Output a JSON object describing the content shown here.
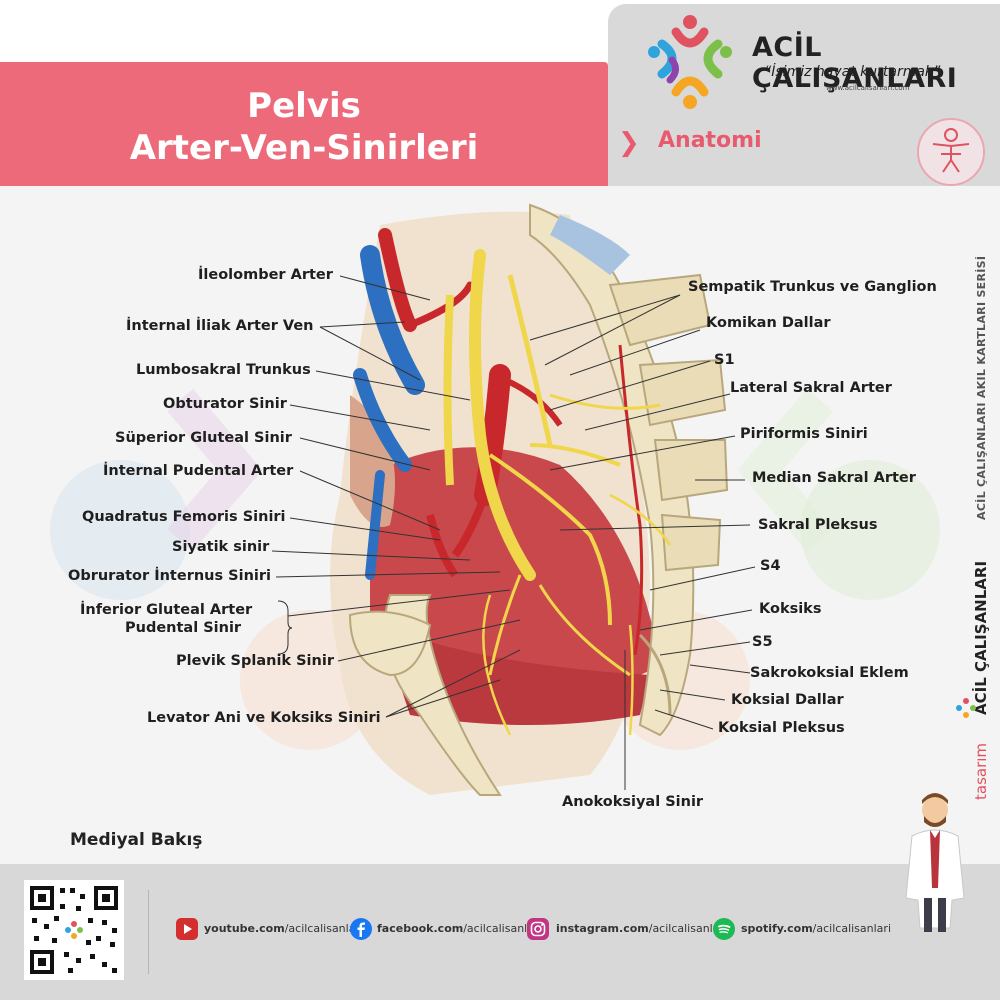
{
  "header": {
    "title_line1": "Pelvis",
    "title_line2": "Arter-Ven-Sinirleri",
    "category": "Anatomi"
  },
  "brand": {
    "name": "ACİL ÇALIŞANLARI",
    "slogan": "“İşimiz hayat kurtarmak”",
    "url": "www.acilcalisanlari.com"
  },
  "labels_left": [
    "İleolomber Arter",
    "İnternal İliak Arter Ven",
    "Lumbosakral Trunkus",
    "Obturator Sinir",
    "Süperior Gluteal Sinir",
    "İnternal Pudental Arter",
    "Quadratus Femoris Siniri",
    "Siyatik sinir",
    "Obrurator İnternus Siniri",
    "İnferior Gluteal Arter",
    "Pudental Sinir",
    "Plevik Splanik Sinir",
    "Levator Ani ve Koksiks Siniri"
  ],
  "labels_right": [
    "Sempatik Trunkus ve Ganglion",
    "Komikan Dallar",
    "S1",
    "Lateral Sakral Arter",
    "Piriformis Siniri",
    "Median Sakral Arter",
    "Sakral Pleksus",
    "S4",
    "Koksiks",
    "S5",
    "Sakrokoksial Eklem",
    "Koksial Dallar",
    "Koksial Pleksus"
  ],
  "label_bottom": "Anokoksiyal Sinir",
  "view_label": "Mediyal Bakış",
  "side_series": "ACİL ÇALIŞANLARI AKIL KARTLARI SERİSİ",
  "design_credit": {
    "prefix": "tasarım",
    "name": "ACİL ÇALIŞANLARI"
  },
  "social": {
    "youtube": {
      "icon": "youtube-icon",
      "domain": "youtube.com",
      "handle": "/acilcalisanlari",
      "color": "#d32f2f"
    },
    "facebook": {
      "icon": "facebook-icon",
      "domain": "facebook.com",
      "handle": "/acilcalisanlari",
      "color": "#1877f2"
    },
    "instagram": {
      "icon": "instagram-icon",
      "domain": "instagram.com",
      "handle": "/acilcalisanlari",
      "color": "#c13584"
    },
    "spotify": {
      "icon": "spotify-icon",
      "domain": "spotify.com",
      "handle": "/acilcalisanlari",
      "color": "#1db954"
    }
  },
  "colors": {
    "accent_red": "#ec6a79",
    "artery": "#c8282c",
    "vein": "#2d6fc0",
    "nerve": "#f0d64a",
    "bone": "#efe4c4"
  }
}
